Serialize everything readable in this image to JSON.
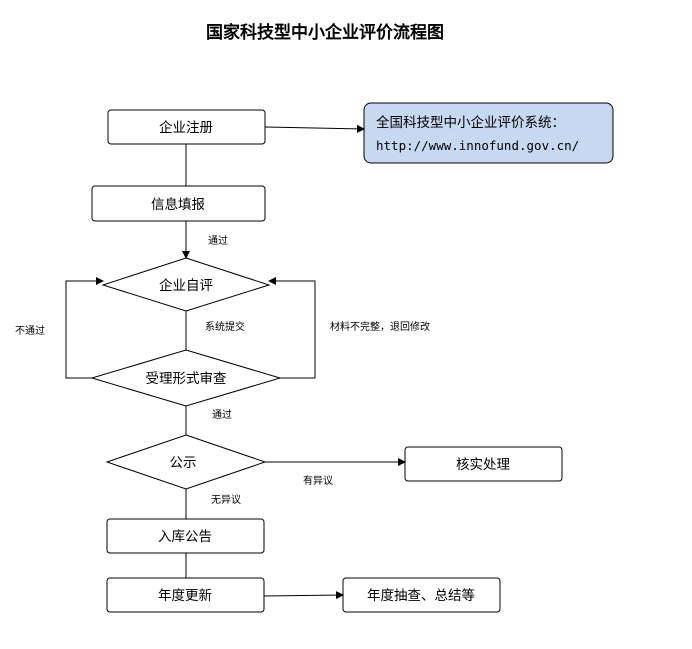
{
  "title": "国家科技型中小企业评价流程图",
  "nodes": {
    "register": "企业注册",
    "fill_info": "信息填报",
    "self_eval": "企业自评",
    "form_review": "受理形式审查",
    "publicity": "公示",
    "verify": "核实处理",
    "storage": "入库公告",
    "annual_update": "年度更新",
    "annual_check": "年度抽查、总结等"
  },
  "note": {
    "line1": "全国科技型中小企业评价系统：",
    "line2": "http://www.innofund.gov.cn/"
  },
  "edges": {
    "pass1": "通过",
    "submit": "系统提交",
    "pass2": "通过",
    "no_objection": "无异议",
    "objection": "有异议",
    "not_pass": "不通过",
    "incomplete": "材料不完整，退回修改"
  }
}
